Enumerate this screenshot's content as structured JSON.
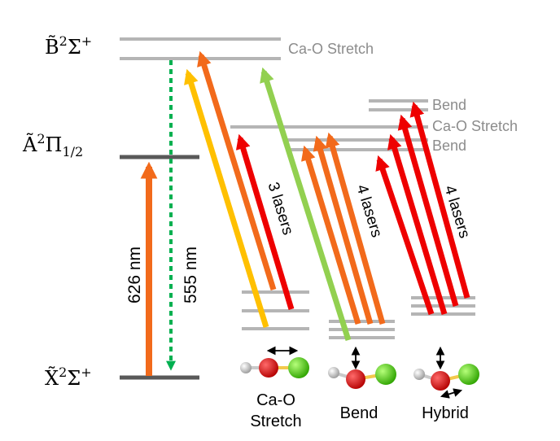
{
  "states": {
    "B": {
      "term": "2",
      "symbol": "Σ",
      "sign": "+"
    },
    "A": {
      "term": "2",
      "symbol": "Π",
      "subscript": "1/2"
    },
    "X": {
      "term": "2",
      "symbol": "Σ",
      "sign": "+"
    }
  },
  "level_labels": {
    "ca_o_stretch_top": "Ca-O Stretch",
    "bend_upper": "Bend",
    "ca_o_stretch_right": "Ca-O Stretch",
    "bend_lower": "Bend"
  },
  "transitions": {
    "pump_wavelength": "626 nm",
    "decay_wavelength": "555 nm"
  },
  "laser_groups": [
    {
      "label": "3 lasers"
    },
    {
      "label": "4 lasers"
    },
    {
      "label": "4 lasers"
    }
  ],
  "vibrational_modes": [
    {
      "line1": "Ca-O",
      "line2": "Stretch"
    },
    {
      "line1": "Bend"
    },
    {
      "line1": "Hybrid"
    }
  ],
  "colors": {
    "orange": "#f26a1b",
    "yellow": "#ffc000",
    "green": "#92d050",
    "red": "#ee0000",
    "decay_green": "#00b050",
    "gray_level": "#b5b5b5",
    "dark_level": "#595959"
  }
}
